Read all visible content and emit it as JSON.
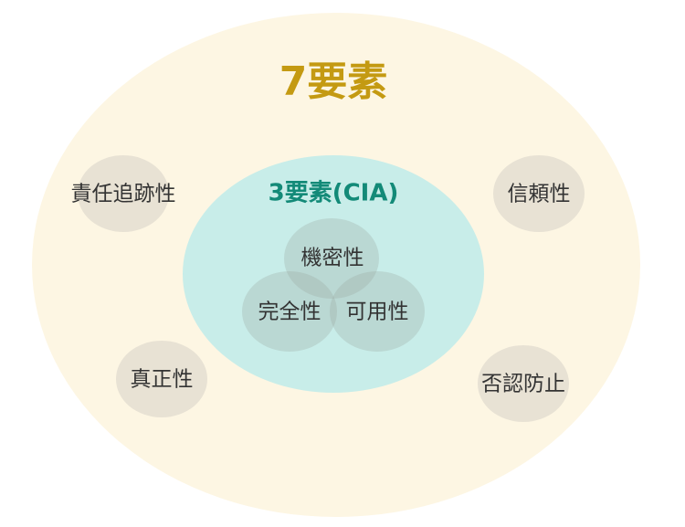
{
  "title": "7要素",
  "inner_title": "3要素(CIA)",
  "cia": [
    "機密性",
    "完全性",
    "可用性"
  ],
  "others": [
    "責任追跡性",
    "信頼性",
    "真正性",
    "否認防止"
  ],
  "colors": {
    "outer": "#fdf6e3",
    "inner": "#c8ede9",
    "small": "#e8e2d4",
    "title": "#c49a12",
    "inner_title": "#138a78"
  }
}
